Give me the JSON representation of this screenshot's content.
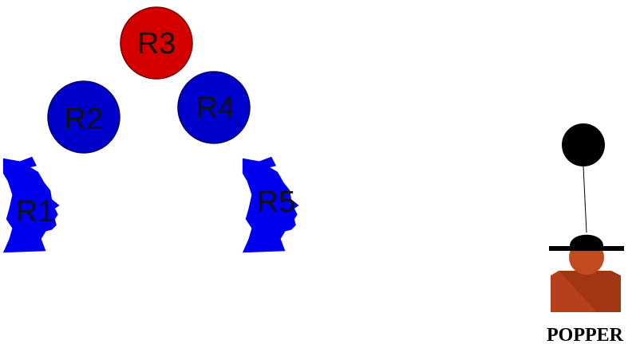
{
  "colors": {
    "red_node": "#d40000",
    "blue_node": "#0000cc",
    "head_blue": "#0000ee",
    "popper_body": "#b5401b",
    "balloon": "#000000"
  },
  "nodes": {
    "r1": {
      "label": "R1",
      "shape": "head-profile"
    },
    "r2": {
      "label": "R2",
      "shape": "circle"
    },
    "r3": {
      "label": "R3",
      "shape": "circle"
    },
    "r4": {
      "label": "R4",
      "shape": "circle"
    },
    "r5": {
      "label": "R5",
      "shape": "head-profile"
    }
  },
  "popper": {
    "caption": "POPPER",
    "icon": "person-with-hat-and-balloon"
  }
}
